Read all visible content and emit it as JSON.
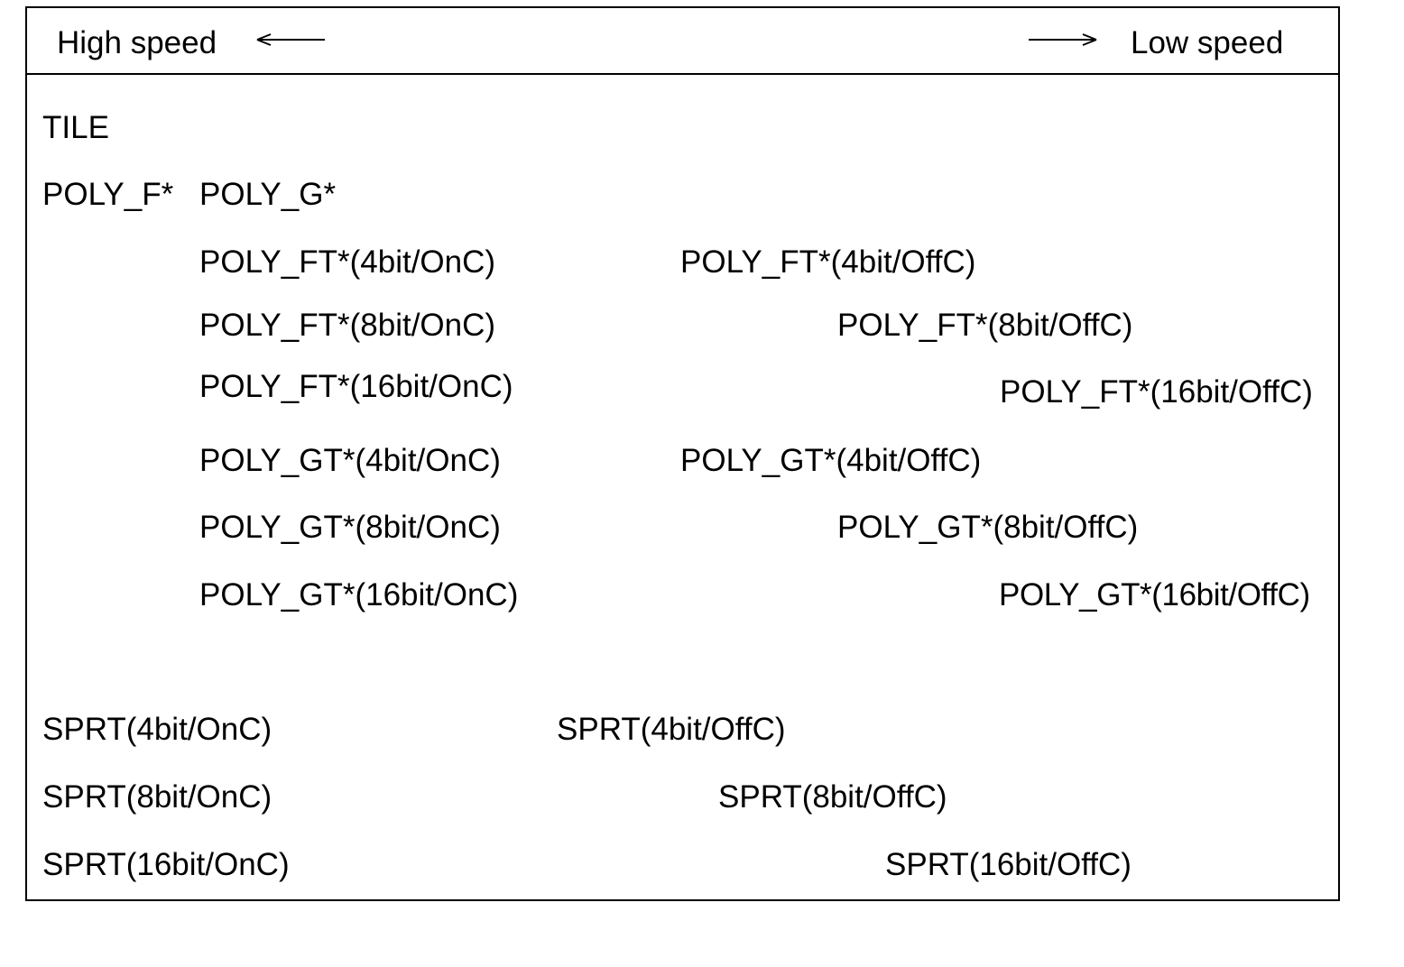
{
  "header": {
    "high_speed_label": "High speed",
    "low_speed_label": "Low speed"
  },
  "primitives": {
    "tile": "TILE",
    "poly_f": "POLY_F*",
    "poly_g": "POLY_G*",
    "poly_ft_4bit_onc": "POLY_FT*(4bit/OnC)",
    "poly_ft_4bit_offc": "POLY_FT*(4bit/OffC)",
    "poly_ft_8bit_onc": "POLY_FT*(8bit/OnC)",
    "poly_ft_8bit_offc": "POLY_FT*(8bit/OffC)",
    "poly_ft_16bit_onc": "POLY_FT*(16bit/OnC)",
    "poly_ft_16bit_offc": "POLY_FT*(16bit/OffC)",
    "poly_gt_4bit_onc": "POLY_GT*(4bit/OnC)",
    "poly_gt_4bit_offc": "POLY_GT*(4bit/OffC)",
    "poly_gt_8bit_onc": "POLY_GT*(8bit/OnC)",
    "poly_gt_8bit_offc": "POLY_GT*(8bit/OffC)",
    "poly_gt_16bit_onc": "POLY_GT*(16bit/OnC)",
    "poly_gt_16bit_offc": "POLY_GT*(16bit/OffC)",
    "sprt_4bit_onc": "SPRT(4bit/OnC)",
    "sprt_4bit_offc": "SPRT(4bit/OffC)",
    "sprt_8bit_onc": "SPRT(8bit/OnC)",
    "sprt_8bit_offc": "SPRT(8bit/OffC)",
    "sprt_16bit_onc": "SPRT(16bit/OnC)",
    "sprt_16bit_offc": "SPRT(16bit/OffC)"
  }
}
